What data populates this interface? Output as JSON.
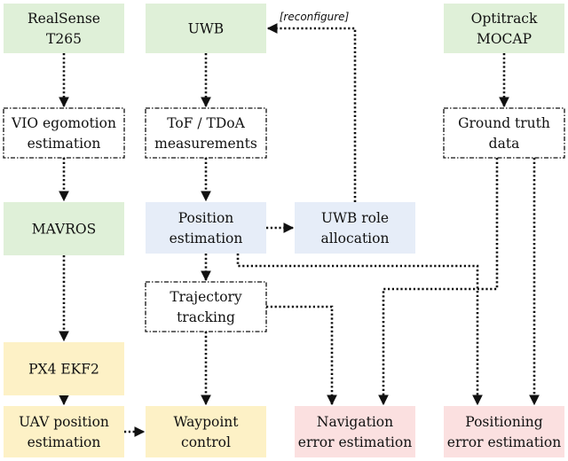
{
  "colors": {
    "sensor": "#dff0d8",
    "estimation": "#e6edf8",
    "autopilot": "#fdf1c6",
    "evaluation": "#fbe0e0",
    "process": "#ffffff",
    "edge": "#111111"
  },
  "nodes": [
    {
      "id": "realsense",
      "style": "sensor",
      "lines": [
        "RealSense",
        "T265"
      ]
    },
    {
      "id": "uwb",
      "style": "sensor",
      "lines": [
        "UWB"
      ]
    },
    {
      "id": "optitrack",
      "style": "sensor",
      "lines": [
        "Optitrack",
        "MOCAP"
      ]
    },
    {
      "id": "vio",
      "style": "process",
      "lines": [
        "VIO egomotion",
        "estimation"
      ]
    },
    {
      "id": "tof",
      "style": "process",
      "lines": [
        "ToF / TDoA",
        "measurements"
      ]
    },
    {
      "id": "groundtruth",
      "style": "process",
      "lines": [
        "Ground truth",
        "data"
      ]
    },
    {
      "id": "mavros",
      "style": "sensor",
      "lines": [
        "MAVROS"
      ]
    },
    {
      "id": "position",
      "style": "estimation",
      "lines": [
        "Position",
        "estimation"
      ]
    },
    {
      "id": "uwbrole",
      "style": "estimation",
      "lines": [
        "UWB role",
        "allocation"
      ]
    },
    {
      "id": "trajectory",
      "style": "process",
      "lines": [
        "Trajectory",
        "tracking"
      ]
    },
    {
      "id": "px4",
      "style": "autopilot",
      "lines": [
        "PX4 EKF2"
      ]
    },
    {
      "id": "uavpos",
      "style": "autopilot",
      "lines": [
        "UAV position",
        "estimation"
      ]
    },
    {
      "id": "waypoint",
      "style": "autopilot",
      "lines": [
        "Waypoint",
        "control"
      ]
    },
    {
      "id": "naverr",
      "style": "evaluation",
      "lines": [
        "Navigation",
        "error estimation"
      ]
    },
    {
      "id": "poserr",
      "style": "evaluation",
      "lines": [
        "Positioning",
        "error estimation"
      ]
    }
  ],
  "edges": [
    {
      "from": "realsense",
      "to": "vio"
    },
    {
      "from": "uwb",
      "to": "tof"
    },
    {
      "from": "optitrack",
      "to": "groundtruth"
    },
    {
      "from": "vio",
      "to": "mavros"
    },
    {
      "from": "tof",
      "to": "position"
    },
    {
      "from": "position",
      "to": "uwbrole"
    },
    {
      "from": "uwbrole",
      "to": "uwb",
      "label": "[reconfigure]"
    },
    {
      "from": "mavros",
      "to": "px4"
    },
    {
      "from": "px4",
      "to": "uavpos"
    },
    {
      "from": "uavpos",
      "to": "waypoint"
    },
    {
      "from": "position",
      "to": "trajectory"
    },
    {
      "from": "trajectory",
      "to": "waypoint"
    },
    {
      "from": "trajectory",
      "to": "naverr"
    },
    {
      "from": "position",
      "to": "poserr"
    },
    {
      "from": "groundtruth",
      "to": "naverr"
    },
    {
      "from": "groundtruth",
      "to": "poserr"
    }
  ],
  "annotations": {
    "reconfigure": "[reconfigure]"
  }
}
